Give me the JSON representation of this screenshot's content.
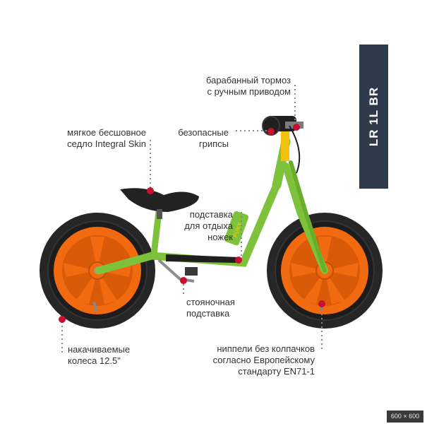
{
  "model": "LR 1L BR",
  "image_size": "600 × 600",
  "colors": {
    "frame": "#7dc23a",
    "rim": "#f26a10",
    "tire": "#2a2a2a",
    "dot": "#c8102e",
    "banner": "#2e3a4b"
  },
  "callouts": {
    "brake": "барабанный тормоз\nс ручным приводом",
    "grips": "безопасные\nгрипсы",
    "saddle": "мягкое бесшовное\nседло Integral Skin",
    "footrest": "подставка\nдля отдыха\nножек",
    "kickstand": "стояночная\nподставка",
    "wheels": "накачиваемые\nколеса 12.5\"",
    "valves": "ниппели без колпачков\nсогласно Европейскому\nстандарту EN71-1"
  }
}
